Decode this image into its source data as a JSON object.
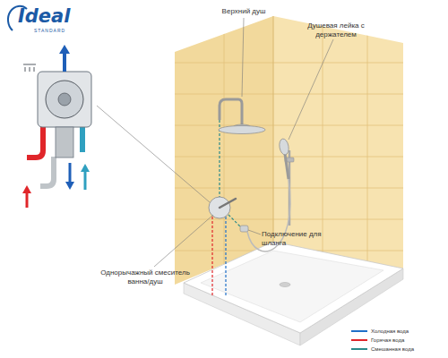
{
  "diagram": {
    "labels": [
      "Ideal",
      "STANDARD",
      "Верхний душ",
      "Душевая лейка с держателем",
      "Однорычажный смеситель ванна/душ",
      "Подключение для шланга"
    ],
    "legend": [
      {
        "text": "Холодная вода",
        "color": "#1f6fc8"
      },
      {
        "text": "Горячая вода",
        "color": "#e0262a"
      },
      {
        "text": "Смешанная вода",
        "color": "#2a8a8a"
      }
    ]
  }
}
